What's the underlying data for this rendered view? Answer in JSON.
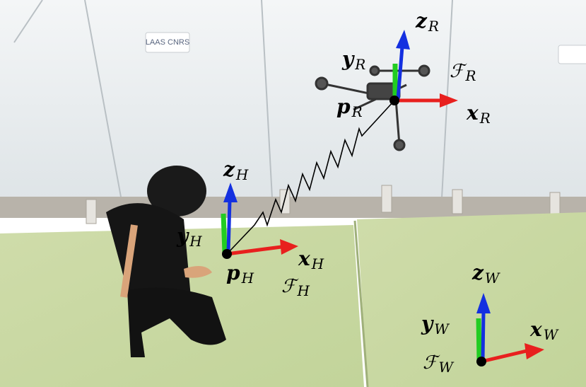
{
  "frames": {
    "robot": {
      "origin": {
        "symbol": "p",
        "subscript": "R"
      },
      "frame": {
        "symbol": "ℱ",
        "subscript": "R"
      },
      "x_axis": {
        "symbol": "x",
        "subscript": "R"
      },
      "y_axis": {
        "symbol": "y",
        "subscript": "R"
      },
      "z_axis": {
        "symbol": "z",
        "subscript": "R"
      }
    },
    "human": {
      "origin": {
        "symbol": "p",
        "subscript": "H"
      },
      "frame": {
        "symbol": "ℱ",
        "subscript": "H"
      },
      "x_axis": {
        "symbol": "x",
        "subscript": "H"
      },
      "y_axis": {
        "symbol": "y",
        "subscript": "H"
      },
      "z_axis": {
        "symbol": "z",
        "subscript": "H"
      }
    },
    "world": {
      "frame": {
        "symbol": "ℱ",
        "subscript": "W"
      },
      "x_axis": {
        "symbol": "x",
        "subscript": "W"
      },
      "y_axis": {
        "symbol": "y",
        "subscript": "W"
      },
      "z_axis": {
        "symbol": "z",
        "subscript": "W"
      }
    }
  },
  "wall_logo_text": "LAAS CNRS",
  "colors": {
    "x_axis": "#e8201e",
    "y_axis": "#22cc22",
    "z_axis": "#1430e0",
    "floor": "#c8d9a0",
    "wall": "#e9eef0",
    "spring": "#000000"
  }
}
